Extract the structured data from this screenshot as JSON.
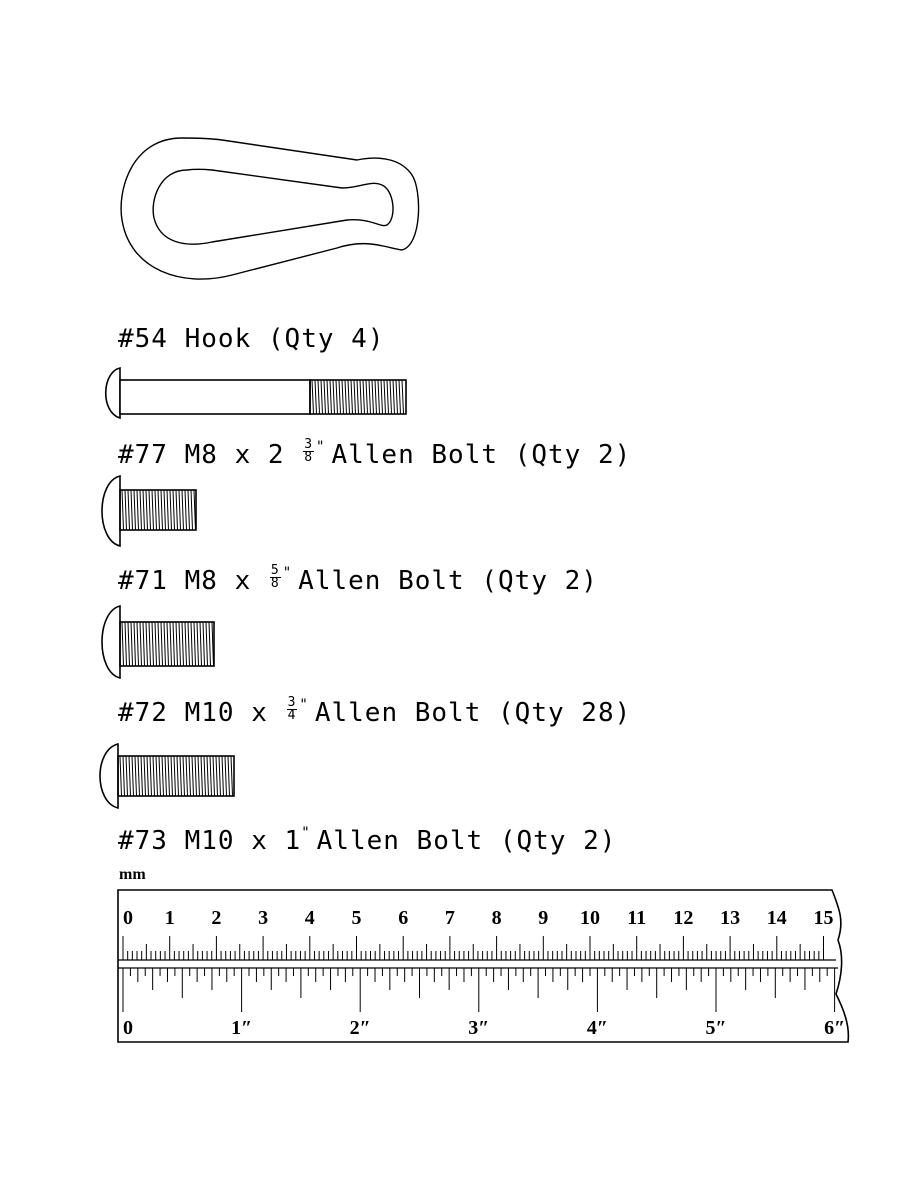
{
  "parts": [
    {
      "id": "#54",
      "desc": "Hook",
      "qty": "(Qty 4)",
      "icon": "hook-icon"
    },
    {
      "id": "#77",
      "size": "M8 x 2",
      "frac_num": "3",
      "frac_den": "8",
      "inch_mark": "\"",
      "desc": "Allen Bolt",
      "qty": "(Qty 2)",
      "icon": "long-bolt-icon"
    },
    {
      "id": "#71",
      "size": "M8 x",
      "frac_num": "5",
      "frac_den": "8",
      "inch_mark": "\"",
      "desc": "Allen Bolt",
      "qty": "(Qty 2)",
      "icon": "short-bolt-icon"
    },
    {
      "id": "#72",
      "size": "M10 x",
      "frac_num": "3",
      "frac_den": "4",
      "inch_mark": "\"",
      "desc": "Allen Bolt",
      "qty": "(Qty 28)",
      "icon": "medium-bolt-icon"
    },
    {
      "id": "#73",
      "size": "M10 x 1",
      "inch_mark": "\"",
      "desc": "Allen Bolt",
      "qty": "(Qty 2)",
      "icon": "bolt-icon"
    }
  ],
  "ruler": {
    "unit_label": "mm",
    "cm_labels": [
      "0",
      "1",
      "2",
      "3",
      "4",
      "5",
      "6",
      "7",
      "8",
      "9",
      "10",
      "11",
      "12",
      "13",
      "14",
      "15"
    ],
    "inch_labels": [
      "0",
      "1″",
      "2″",
      "3″",
      "4″",
      "5″",
      "6″"
    ]
  }
}
